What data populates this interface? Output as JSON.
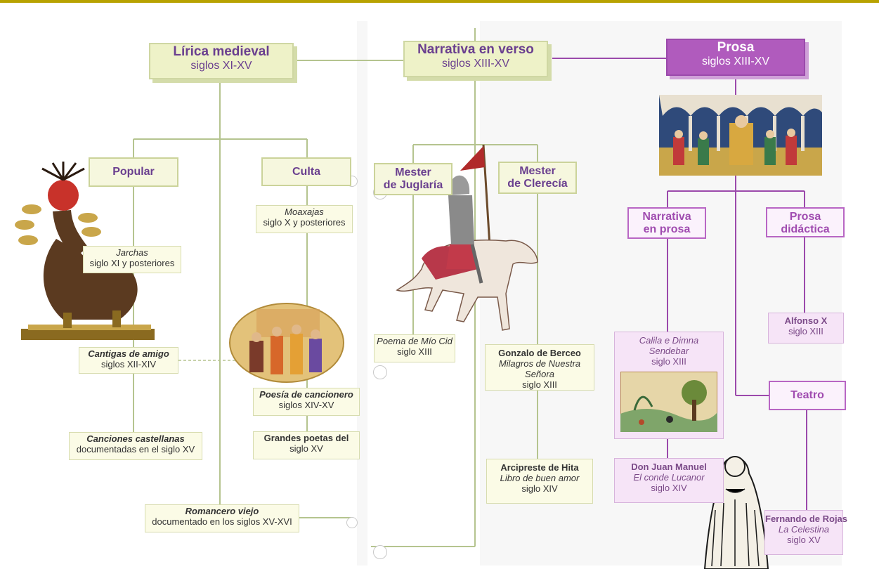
{
  "lirica": {
    "title": "Lírica medieval",
    "sub": "siglos XI-XV"
  },
  "narrativa_verso": {
    "title": "Narrativa en verso",
    "sub": "siglos XIII-XV"
  },
  "prosa": {
    "title": "Prosa",
    "sub": "siglos XIII-XV"
  },
  "popular": "Popular",
  "culta": "Culta",
  "mester_juglaria": {
    "l1": "Mester",
    "l2": "de Juglaría"
  },
  "mester_clerecia": {
    "l1": "Mester",
    "l2": "de Clerecía"
  },
  "narrativa_prosa": {
    "l1": "Narrativa",
    "l2": "en prosa"
  },
  "prosa_didactica": {
    "l1": "Prosa",
    "l2": "didáctica"
  },
  "teatro": "Teatro",
  "jarchas": {
    "t": "Jarchas",
    "s": "siglo XI y posteriores"
  },
  "moaxajas": {
    "t": "Moaxajas",
    "s": "siglo X y posteriores"
  },
  "cantigas": {
    "t": "Cantigas de amigo",
    "s": "siglos XII-XIV"
  },
  "canciones": {
    "t": "Canciones castellanas",
    "s": "documentadas en el siglo XV"
  },
  "cancionero": {
    "t": "Poesía de cancionero",
    "s": "siglos XIV-XV"
  },
  "grandes": {
    "t": "Grandes poetas del",
    "s": "siglo XV"
  },
  "romancero": {
    "t": "Romancero viejo",
    "s": "documentado en los siglos XV-XVI"
  },
  "mio_cid": {
    "t": "Poema de Mío Cid",
    "s": "siglo XIII"
  },
  "berceo": {
    "a": "Gonzalo de Berceo",
    "t": "Milagros de Nuestra Señora",
    "s": "siglo XIII"
  },
  "hita": {
    "a": "Arcipreste de Hita",
    "t": "Libro de buen amor",
    "s": "siglo XIV"
  },
  "calila": {
    "t1": "Calila e Dimna",
    "t2": "Sendebar",
    "s": "siglo XIII"
  },
  "alfonso": {
    "a": "Alfonso X",
    "s": "siglo XIII"
  },
  "juan_manuel": {
    "a": "Don Juan Manuel",
    "t": "El conde Lucanor",
    "s": "siglo XIV"
  },
  "rojas": {
    "a": "Fernando de Rojas",
    "t": "La Celestina",
    "s": "siglo XV"
  },
  "colors": {
    "green_line": "#b5c48f",
    "purple_line": "#9b4aab",
    "yellow_box": "#eef2c8",
    "purple_box": "#b05bbd"
  }
}
